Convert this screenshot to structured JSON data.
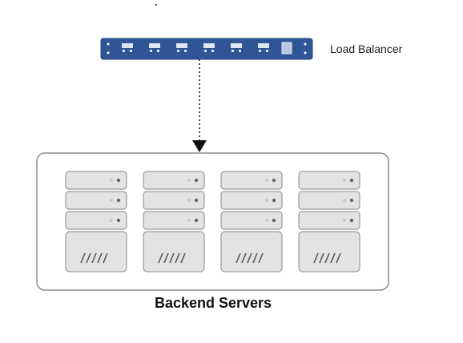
{
  "labels": {
    "load_balancer": "Load Balancer",
    "backend_servers": "Backend Servers"
  },
  "colors": {
    "load_balancer_fill": "#2f5597",
    "load_balancer_port": "#dde6f2",
    "server_fill": "#e3e3e3",
    "server_stroke": "#9a9a9a",
    "group_border": "#8c8c8c",
    "arrow": "#111111"
  },
  "server_count": 4
}
